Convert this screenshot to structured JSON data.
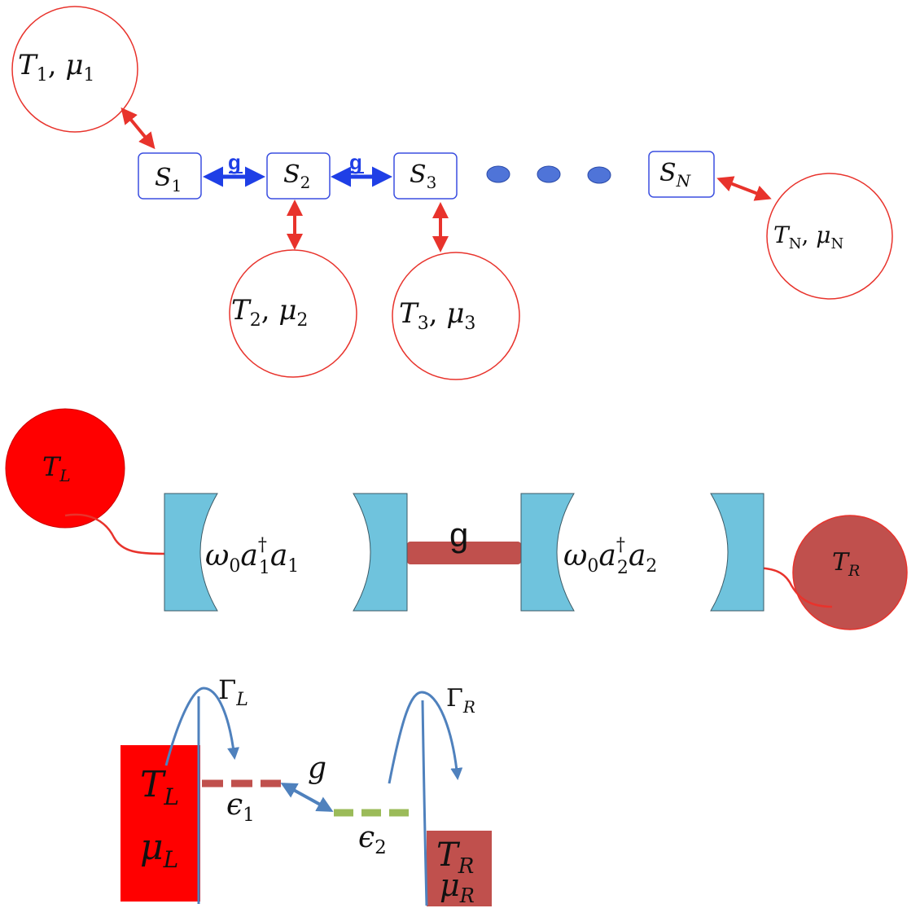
{
  "panel1": {
    "reservoirs": [
      {
        "T": "T",
        "T_sub": "1",
        "mu": "μ",
        "mu_sub": "1"
      },
      {
        "T": "T",
        "T_sub": "2",
        "mu": "μ",
        "mu_sub": "2"
      },
      {
        "T": "T",
        "T_sub": "3",
        "mu": "μ",
        "mu_sub": "3"
      },
      {
        "T": "T",
        "T_sub": "N",
        "mu": "μ",
        "mu_sub": "N"
      }
    ],
    "sites": [
      {
        "name": "S",
        "sub": "1"
      },
      {
        "name": "S",
        "sub": "2"
      },
      {
        "name": "S",
        "sub": "3"
      },
      {
        "name": "S",
        "sub": "N"
      }
    ],
    "coupling_labels": [
      "g",
      "g"
    ],
    "colors": {
      "reservoir": "#e8332c",
      "site": "#3b4fe0",
      "coupling": "#1f3fe6",
      "dots": "#4f74d8"
    }
  },
  "panel2": {
    "left_bath": {
      "T": "T",
      "sub": "L"
    },
    "right_bath": {
      "T": "T",
      "sub": "R"
    },
    "cavity1": {
      "omega": "ω",
      "omega_sub": "0",
      "a": "a",
      "dagger": "†",
      "sub": "1"
    },
    "cavity2": {
      "omega": "ω",
      "omega_sub": "0",
      "a": "a",
      "dagger": "†",
      "sub": "2"
    },
    "coupling_label": "g",
    "colors": {
      "left_bath": "#ff0000",
      "right_bath": "#c0504d",
      "mirror": "#6fc3dd",
      "link": "#c0504d"
    }
  },
  "panel3": {
    "left_lead": {
      "T": "T",
      "T_sub": "L",
      "mu": "μ",
      "mu_sub": "L"
    },
    "right_lead": {
      "T": "T",
      "T_sub": "R",
      "mu": "μ",
      "mu_sub": "R"
    },
    "gamma_left": {
      "symbol": "Γ",
      "sub": "L"
    },
    "gamma_right": {
      "symbol": "Γ",
      "sub": "R"
    },
    "level1": {
      "symbol": "ϵ",
      "sub": "1"
    },
    "level2": {
      "symbol": "ϵ",
      "sub": "2"
    },
    "coupling_label": "g",
    "colors": {
      "left_lead": "#ff0000",
      "right_lead": "#c0504d",
      "level1": "#c0504d",
      "level2": "#9bbb59",
      "arrows": "#4f81bd"
    }
  }
}
